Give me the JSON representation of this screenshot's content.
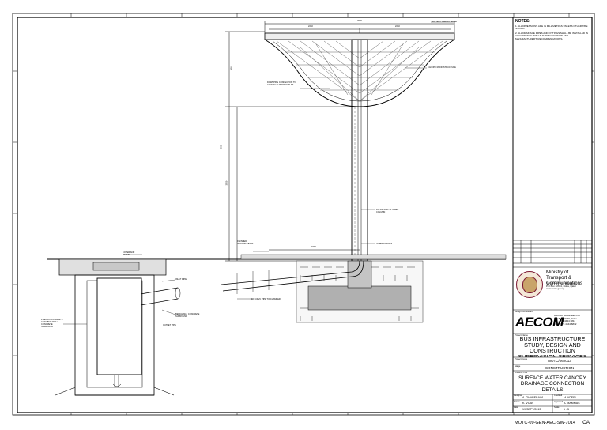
{
  "notes": {
    "heading": "NOTES:",
    "items": [
      "1. ALL DIMENSIONS ARE IN MILLIMETRES UNLESS OTHERWISE STATED.",
      "2. ALL DRAINAGE PIPES AND FITTINGS SHALL BE INSTALLED IN ACCORDANCE WITH THE SPECIFICATION AND MANUFACTURER'S RECOMMENDATIONS."
    ]
  },
  "client": {
    "name": "Ministry of Transport & Communications",
    "contact": "Technical Affairs Department\nP.O Box 22634, Doha, Qatar\nwww.motc.gov.qa"
  },
  "consultant": {
    "caption": "Design Consultant",
    "name": "AECOM",
    "address": "AECOM Middle East Ltd\nP.O Box 23370, Doha\nTel: +974 4444 6811\nFax: +974 4444 6812"
  },
  "project": {
    "caption": "Project Name",
    "title": "BUS INFRASTRUCTURE STUDY, DESIGN AND CONSTRUCTION SUPERVISION SERVICES"
  },
  "project_code": {
    "caption": "Project Code",
    "value": "MOTC/062013"
  },
  "stage": {
    "caption": "Stage",
    "value": "CONSTRUCTION"
  },
  "drawing": {
    "caption": "Drawing Title",
    "title": "SURFACE WATER CANOPY DRAINAGE CONNECTION DETAILS"
  },
  "info": {
    "designed_label": "Designed",
    "designed": "A. GHAREBAWI",
    "checked_label": "Checked",
    "checked": "M. ADEEL",
    "drawn_label": "Drawn",
    "drawn": "K. VIJAY",
    "approved_label": "Approved",
    "approved": "A. MAMMAS",
    "date_label": "Date",
    "date": "19/SEPT/2013",
    "scale_label": "Scale",
    "scale": "1 : 5"
  },
  "drawing_number": "MOTC-09-GEN-AEC-SW-7014",
  "revision": "CA",
  "annotations": {
    "overall_width": "4500",
    "half_width_left": "2250",
    "half_width_right": "2250",
    "gutter_note": "GUTTER / CANOPY EDGE",
    "canopy_roof": "CANOPY ROOF STRUCTURE",
    "downpipe_connection": "DOWNPIPE CONNECTION TO CANOPY GUTTER OUTLET",
    "height_top": "900",
    "height_total": "4800",
    "height_lower": "3900",
    "rwp_in_column": "100 DIA RWP IN STEEL COLUMN",
    "column": "STEEL COLUMN",
    "finished_level": "FINISHED GROUND LEVEL",
    "offset": "1500",
    "pipe_to_chamber": "100 UPVC PIPE TO CHAMBER",
    "chamber_cover": "COVER AND FRAME",
    "pipe_inlet": "INLET PIPE",
    "benching": "BENCHING / CONCRETE SURROUND",
    "outlet": "OUTLET PIPE",
    "chamber_note": "PRECAST CONCRETE CHAMBER WITH CONCRETE SURROUND"
  }
}
